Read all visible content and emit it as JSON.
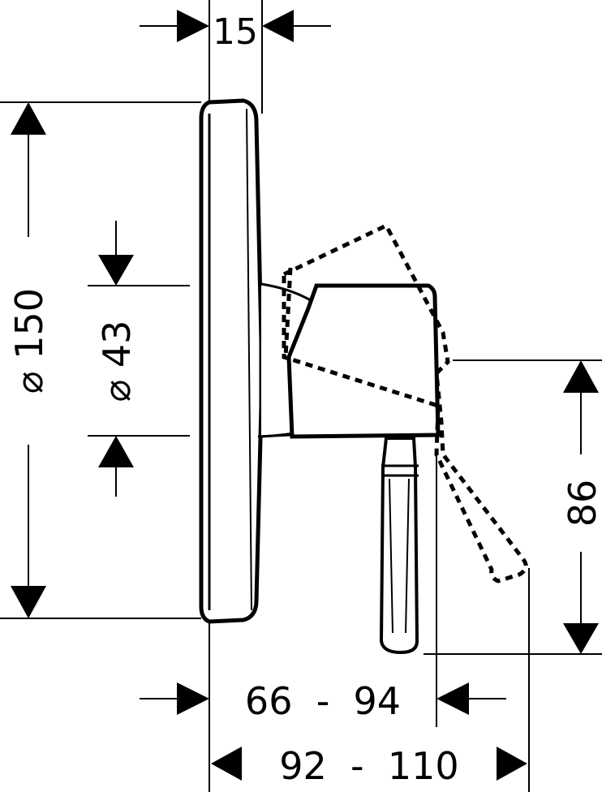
{
  "dimensions": {
    "plate_thickness": "15",
    "rosette_diameter": "⌀ 150",
    "body_diameter": "⌀ 43",
    "handle_height": "86",
    "projection_min": "66  -  94",
    "projection_max": "92  -  110"
  }
}
